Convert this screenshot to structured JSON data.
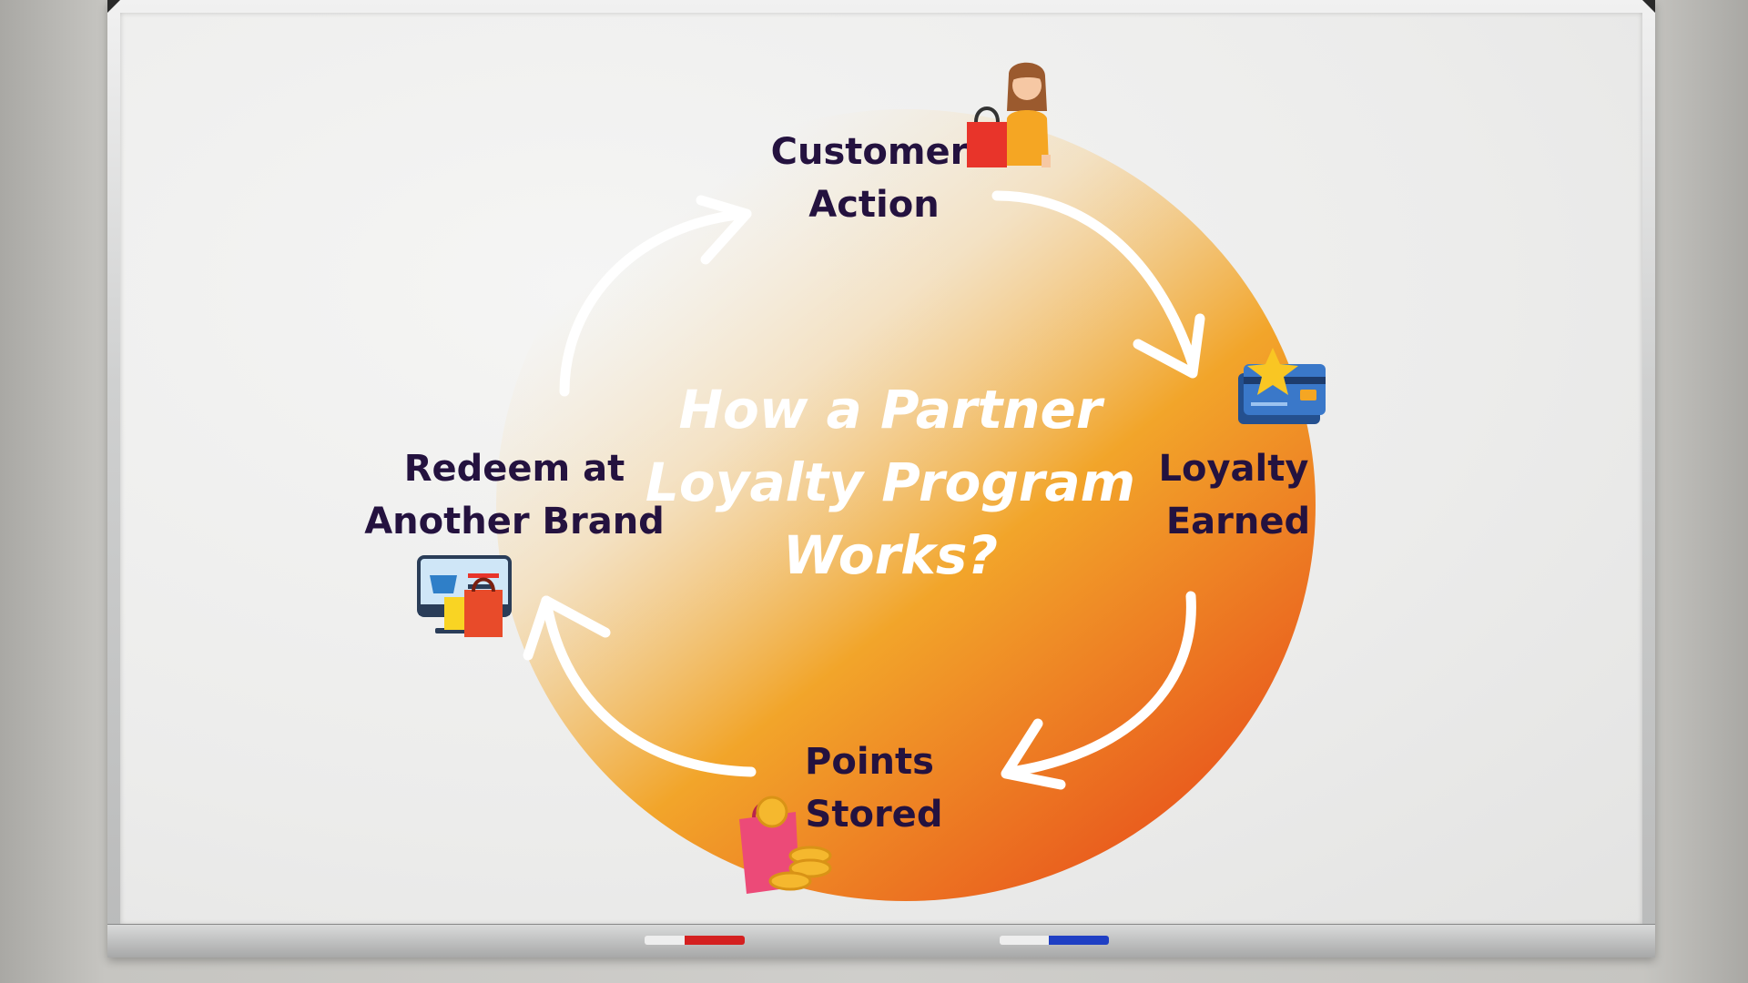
{
  "diagram": {
    "title_lines": [
      "How a Partner",
      "Loyalty Program",
      "Works?"
    ],
    "steps": [
      {
        "lines": [
          "Customer",
          "Action"
        ],
        "icon": "shopper-woman-icon"
      },
      {
        "lines": [
          "Loyalty",
          "Earned"
        ],
        "icon": "loyalty-card-star-icon"
      },
      {
        "lines": [
          "Points",
          "Stored"
        ],
        "icon": "shopping-bag-coins-icon"
      },
      {
        "lines": [
          "Redeem at",
          "Another Brand"
        ],
        "icon": "online-shop-monitor-icon"
      }
    ],
    "colors": {
      "gradient_light": "#f6e7c9",
      "gradient_mid": "#f2a52a",
      "gradient_dark": "#e8521c",
      "label_text": "#24123f",
      "title_text": "#ffffff",
      "arrow": "#ffffff"
    }
  }
}
